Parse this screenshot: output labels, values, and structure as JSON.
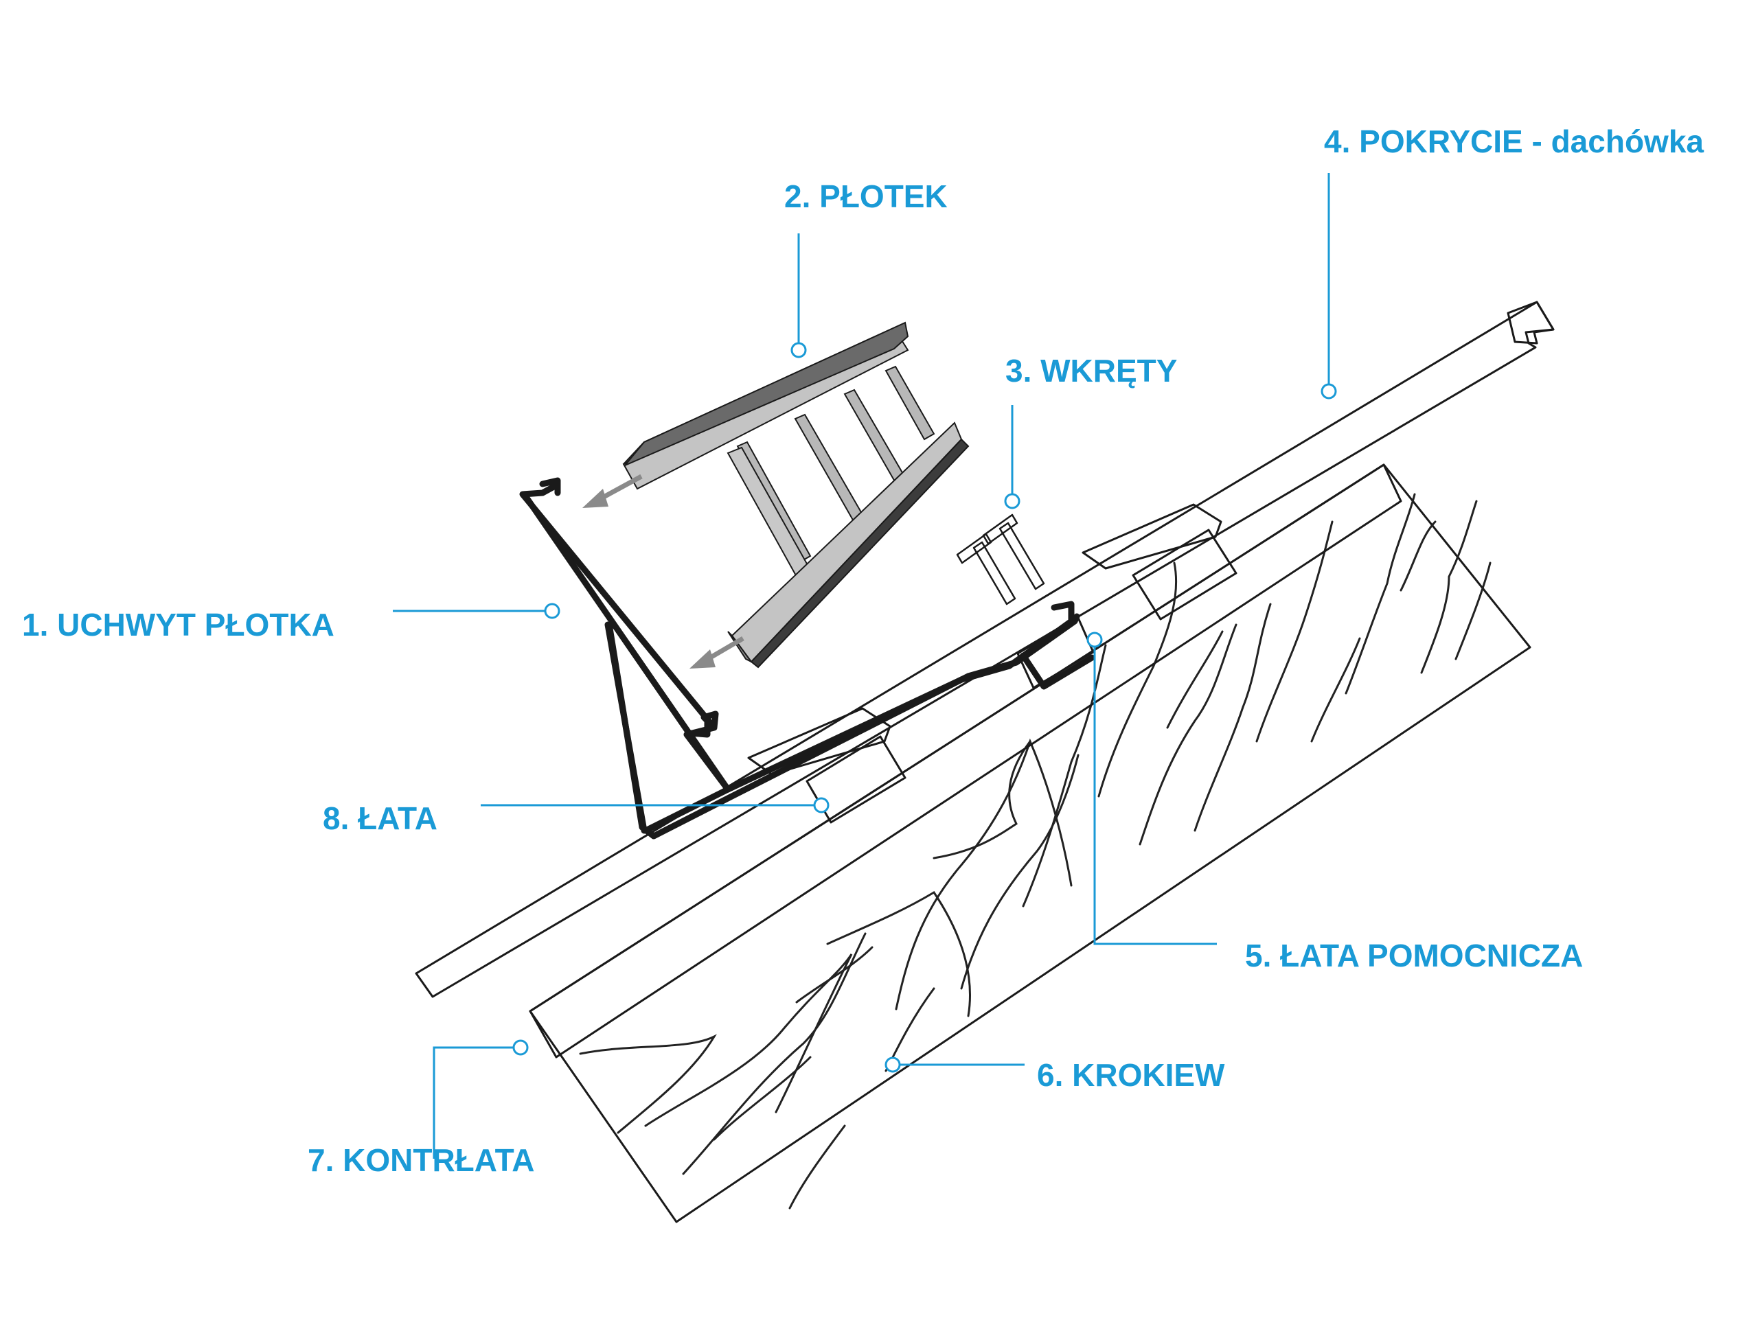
{
  "labels": {
    "uchwyt": "1. UCHWYT PŁOTKA",
    "plotek": "2. PŁOTEK",
    "wkrety": "3. WKRĘTY",
    "pokrycie": "4. POKRYCIE - dachówka",
    "lata_pomocnicza": "5.  ŁATA POMOCNICZA",
    "krokiew": "6. KROKIEW",
    "kontrlata": "7. KONTRŁATA",
    "lata": "8. ŁATA"
  },
  "colors": {
    "callout": "#1a9ad6",
    "ink": "#1a1a1a",
    "fence_light": "#c4c4c4",
    "fence_mid": "#8e8e8e",
    "fence_dark": "#4a4a4a"
  }
}
